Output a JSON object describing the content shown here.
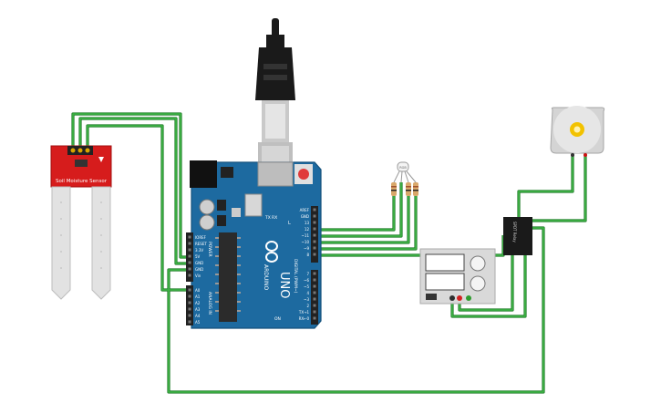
{
  "soil_sensor": {
    "label": "Soil Moisture Sensor",
    "board_color": "#d61c1c",
    "probe_color": "#e2e2e2"
  },
  "arduino": {
    "brand": "ARDUINO",
    "model": "UNO",
    "board_color": "#1d6aa0",
    "power_header_label": "POWER",
    "analog_header_label": "ANALOG IN",
    "digital_header_label": "DIGITAL (PWM~)",
    "power_pins": [
      "IOREF",
      "RESET",
      "3.3V",
      "5V",
      "GND",
      "GND",
      "Vin"
    ],
    "analog_pins": [
      "A0",
      "A1",
      "A2",
      "A3",
      "A4",
      "A5"
    ],
    "digital_pins_top": [
      "AREF",
      "GND",
      "13",
      "12",
      "~11",
      "~10",
      "~9",
      "8"
    ],
    "digital_pins_bottom": [
      "7",
      "~6",
      "~5",
      "4",
      "~3",
      "2",
      "TX→1",
      "RX←0"
    ],
    "led_labels": [
      "L",
      "TX",
      "RX",
      "ON"
    ]
  },
  "rgb_led": {
    "pin_label": "RGB"
  },
  "relay": {
    "label": "SPDT Relay"
  },
  "power_supply": {
    "face_color": "#d9d9d9"
  },
  "dc_motor": {
    "body_color": "#d4d4d4",
    "rotor_color": "#f2c200"
  },
  "colors": {
    "wire": "#3cb043",
    "wire_outline": "#1f7a28",
    "usb": "#1a1a1a"
  }
}
